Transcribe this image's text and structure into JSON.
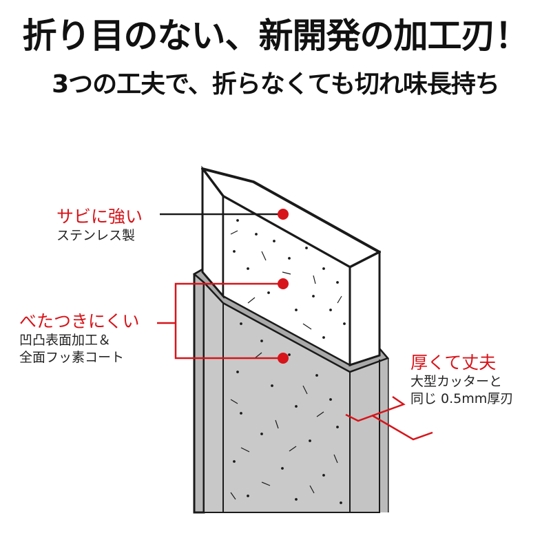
{
  "header": {
    "title": "折り目のない、新開発の加工刃！",
    "subtitle": "3つの工夫で、折らなくても切れ味長持ち"
  },
  "callouts": [
    {
      "id": "rust",
      "heading": "サビに強い",
      "lines": [
        "ステンレス製"
      ]
    },
    {
      "id": "sticky",
      "heading": "べたつきにくい",
      "lines": [
        "凹凸表面加工＆",
        "全面フッ素コート"
      ]
    },
    {
      "id": "thick",
      "heading": "厚くて丈夫",
      "lines": [
        "大型カッターと",
        "同じ 0.5mm厚刃"
      ]
    }
  ],
  "colors": {
    "accent_red": "#d7141a",
    "outline": "#1a1a1a",
    "blade_gray": "#c8c8c8",
    "edge_gray": "#b0b0b0",
    "upper_face": "#ffffff"
  }
}
